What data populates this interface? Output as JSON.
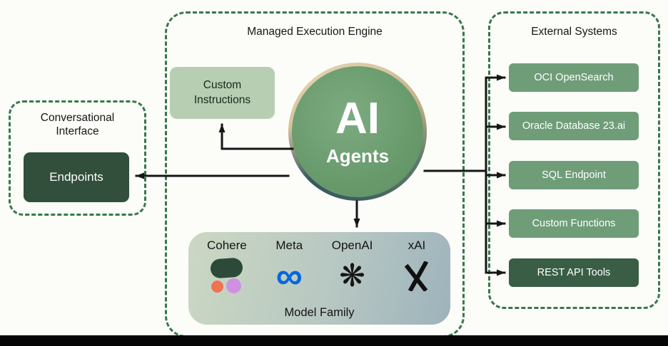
{
  "conversational_interface": {
    "title": "Conversational Interface",
    "endpoints_label": "Endpoints"
  },
  "managed_execution_engine": {
    "title": "Managed Execution Engine",
    "custom_instructions_label": "Custom Instructions",
    "ai_circle": {
      "line1": "AI",
      "line2": "Agents"
    },
    "model_family": {
      "label": "Model Family",
      "providers": [
        "Cohere",
        "Meta",
        "OpenAI",
        "xAI"
      ]
    }
  },
  "external_systems": {
    "title": "External Systems",
    "items": [
      "OCI OpenSearch",
      "Oracle Database 23.ai",
      "SQL Endpoint",
      "Custom Functions",
      "REST API Tools"
    ]
  },
  "colors": {
    "dashed_border": "#37784a",
    "node_dark_green": "#314f3b",
    "node_light_green": "#b8ceb2",
    "agent_circle_green": "#6fa173",
    "external_button_green": "#6f9d78",
    "rest_api_dark_green": "#3a5d46",
    "meta_blue": "#0667dd",
    "cohere_orange": "#f07352",
    "cohere_purple": "#cf90e4",
    "arrow_black": "#161616"
  }
}
